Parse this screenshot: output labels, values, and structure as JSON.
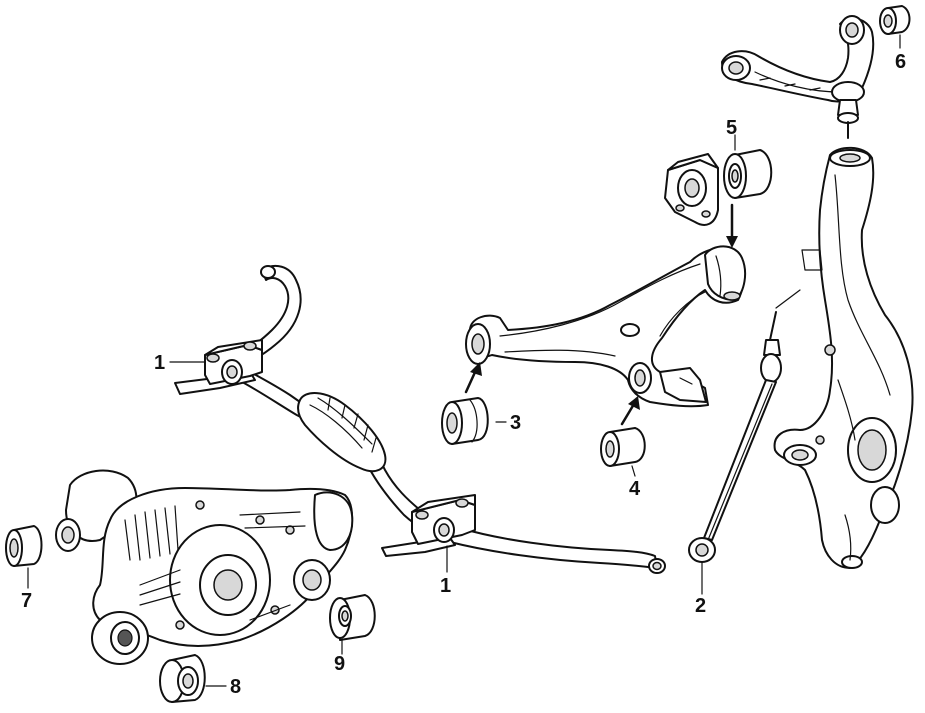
{
  "diagram": {
    "callouts": [
      {
        "id": "1a",
        "label": "1"
      },
      {
        "id": "1b",
        "label": "1"
      },
      {
        "id": "2",
        "label": "2"
      },
      {
        "id": "3",
        "label": "3"
      },
      {
        "id": "4",
        "label": "4"
      },
      {
        "id": "5",
        "label": "5"
      },
      {
        "id": "6",
        "label": "6"
      },
      {
        "id": "7",
        "label": "7"
      },
      {
        "id": "8",
        "label": "8"
      },
      {
        "id": "9",
        "label": "9"
      }
    ]
  }
}
